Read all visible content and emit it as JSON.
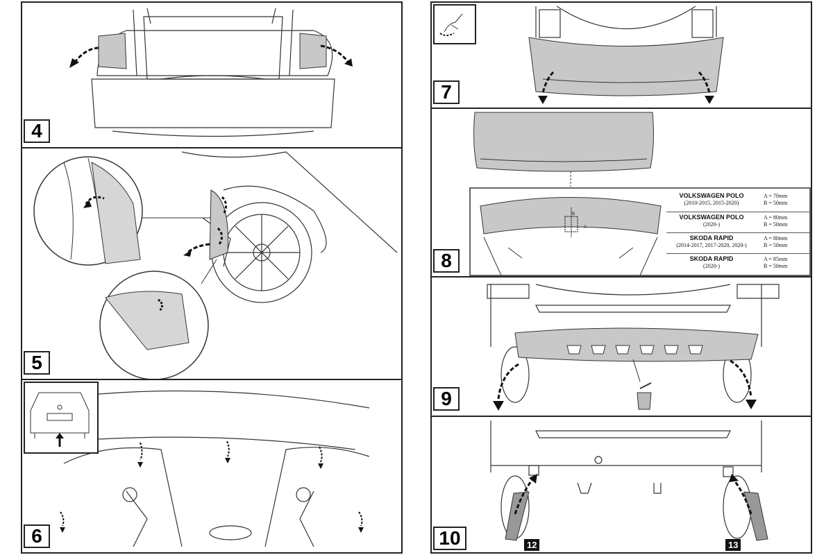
{
  "steps": {
    "s4": "4",
    "s5": "5",
    "s6": "6",
    "s7": "7",
    "s8": "8",
    "s9": "9",
    "s10": "10"
  },
  "spec_table": [
    {
      "model": "VOLKSWAGEN POLO",
      "years": "(2010-2015, 2015-2020)",
      "a": "A = 70mm",
      "b": "B = 50mm"
    },
    {
      "model": "VOLKSWAGEN POLO",
      "years": "(2020-)",
      "a": "A = 80mm",
      "b": "B = 50mm"
    },
    {
      "model": "SKODA RAPID",
      "years": "(2014-2017, 2017-2020, 2020-)",
      "a": "A = 80mm",
      "b": "B = 50mm"
    },
    {
      "model": "SKODA RAPID",
      "years": "(2020-)",
      "a": "A = 85mm",
      "b": "B = 50mm"
    }
  ],
  "dimension_labels": {
    "a": "A",
    "b": "B"
  },
  "part_tags": {
    "left": "12",
    "right": "13"
  },
  "colors": {
    "line": "#333333",
    "fill_grey": "#c8c8c8",
    "arrow": "#111111"
  }
}
